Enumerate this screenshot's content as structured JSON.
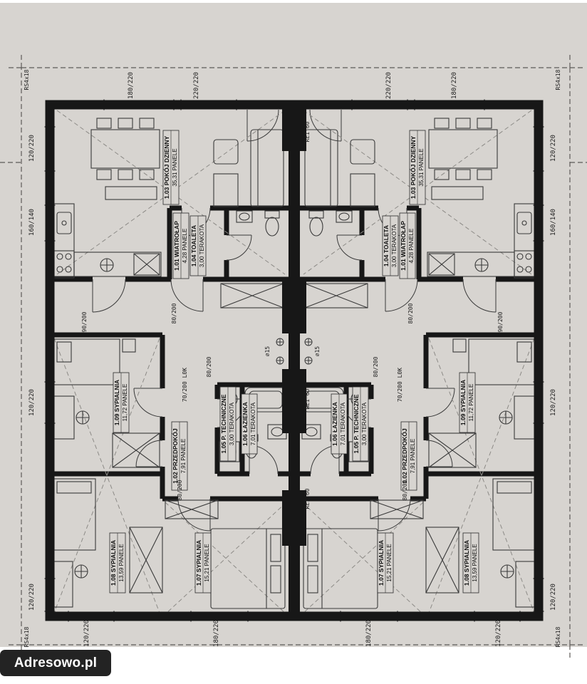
{
  "watermark": {
    "label": "Adresowo.pl"
  },
  "plan": {
    "rooms": {
      "r101": {
        "title": "1.01  WIATROŁAP",
        "info": "4,28  PANELE"
      },
      "r102": {
        "title": "1.02  PRZEDPOKÓJ",
        "info": "7,91  PANELE"
      },
      "r103": {
        "title": "1.03  POKÓJ DZIENNY",
        "info": "35,31  PANELE"
      },
      "r104": {
        "title": "1.04  TOALETA",
        "info": "3,00  TERAKOTA"
      },
      "r105": {
        "title": "1.05  P. TECHNICZNE",
        "info": "3,00  TERAKOTA"
      },
      "r106": {
        "title": "1.06  ŁAZIENKA",
        "info": "7,01  TERAKOTA"
      },
      "r107": {
        "title": "1.07  SYPIALNIA",
        "info": "15,21  PANELE"
      },
      "r108": {
        "title": "1.08  SYPIALNIA",
        "info": "13,59  PANELE"
      },
      "r109": {
        "title": "1.09  SYPIALNIA",
        "info": "11,72  PANELE"
      }
    },
    "dims": {
      "w180": "180/220",
      "w220": "220/220",
      "w120": "120/220",
      "w160": "160/140",
      "d90": "90/200",
      "d80": "80/200",
      "d70": "70/200 L0K",
      "vent": "∅15",
      "chimney": "RE1 60",
      "corner": "RS4x18"
    }
  }
}
